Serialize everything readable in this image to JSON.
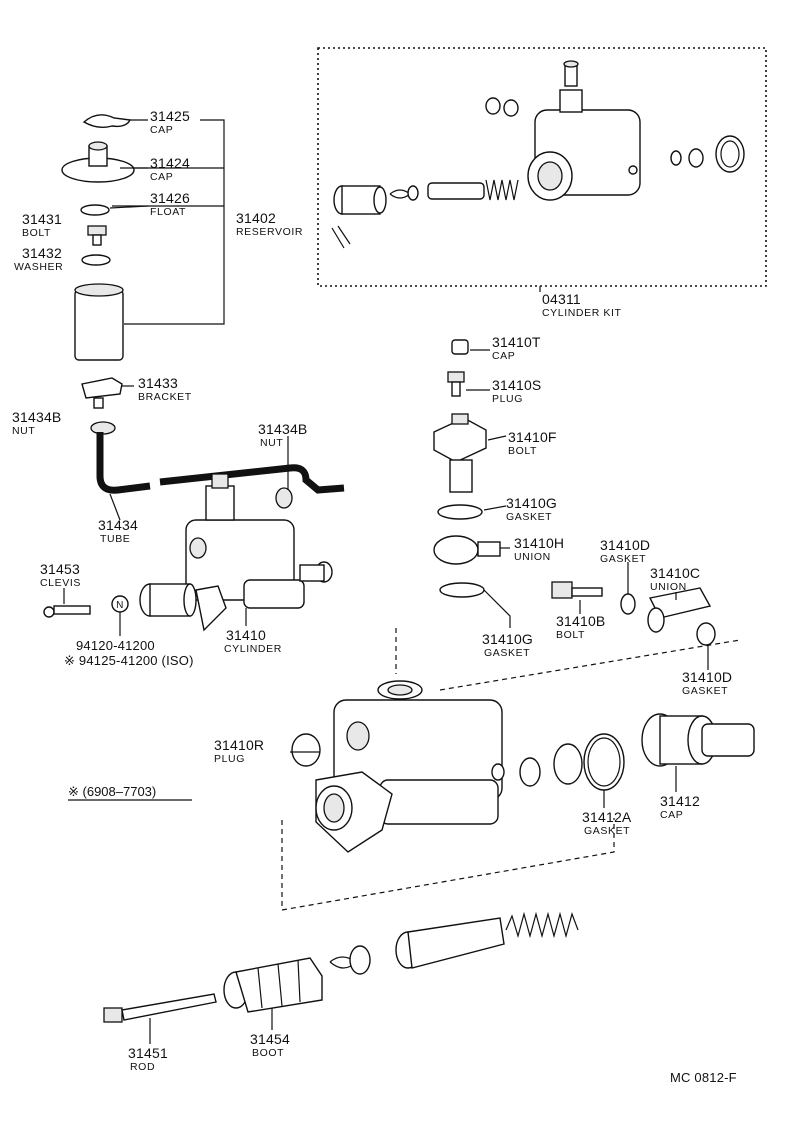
{
  "callouts": {
    "cap_31425": {
      "number": "31425",
      "name": "CAP"
    },
    "cap_31424": {
      "number": "31424",
      "name": "CAP"
    },
    "float_31426": {
      "number": "31426",
      "name": "FLOAT"
    },
    "bolt_31431": {
      "number": "31431",
      "name": "BOLT"
    },
    "washer_31432": {
      "number": "31432",
      "name": "WASHER"
    },
    "reservoir_31402": {
      "number": "31402",
      "name": "RESERVOIR"
    },
    "kit_04311": {
      "number": "04311",
      "name": "CYLINDER KIT"
    },
    "bracket_31433": {
      "number": "31433",
      "name": "BRACKET"
    },
    "nut_31434b_left": {
      "number": "31434B",
      "name": "NUT"
    },
    "nut_31434b_right": {
      "number": "31434B",
      "name": "NUT"
    },
    "tube_31434": {
      "number": "31434",
      "name": "TUBE"
    },
    "clevis_31453": {
      "number": "31453",
      "name": "CLEVIS"
    },
    "cylinder_31410": {
      "number": "31410",
      "name": "CYLINDER"
    },
    "cap_31410t": {
      "number": "31410T",
      "name": "CAP"
    },
    "plug_31410s": {
      "number": "31410S",
      "name": "PLUG"
    },
    "bolt_31410f": {
      "number": "31410F",
      "name": "BOLT"
    },
    "gasket_31410g_top": {
      "number": "31410G",
      "name": "GASKET"
    },
    "union_31410h": {
      "number": "31410H",
      "name": "UNION"
    },
    "gasket_31410d_top": {
      "number": "31410D",
      "name": "GASKET"
    },
    "union_31410c": {
      "number": "31410C",
      "name": "UNION"
    },
    "bolt_31410b": {
      "number": "31410B",
      "name": "BOLT"
    },
    "gasket_31410g_bottom": {
      "number": "31410G",
      "name": "GASKET"
    },
    "gasket_31410d_bottom": {
      "number": "31410D",
      "name": "GASKET"
    },
    "plug_31410r": {
      "number": "31410R",
      "name": "PLUG"
    },
    "gasket_31412a": {
      "number": "31412A",
      "name": "GASKET"
    },
    "cap_31412": {
      "number": "31412",
      "name": "CAP"
    },
    "rod_31451": {
      "number": "31451",
      "name": "ROD"
    },
    "boot_31454": {
      "number": "31454",
      "name": "BOOT"
    }
  },
  "nut_symbol": "N",
  "std_part_1": "94120-41200",
  "std_part_2": "※ 94125-41200 (ISO)",
  "date_range": "※ (6908–7703)",
  "diagram_code": "MC  0812-F"
}
